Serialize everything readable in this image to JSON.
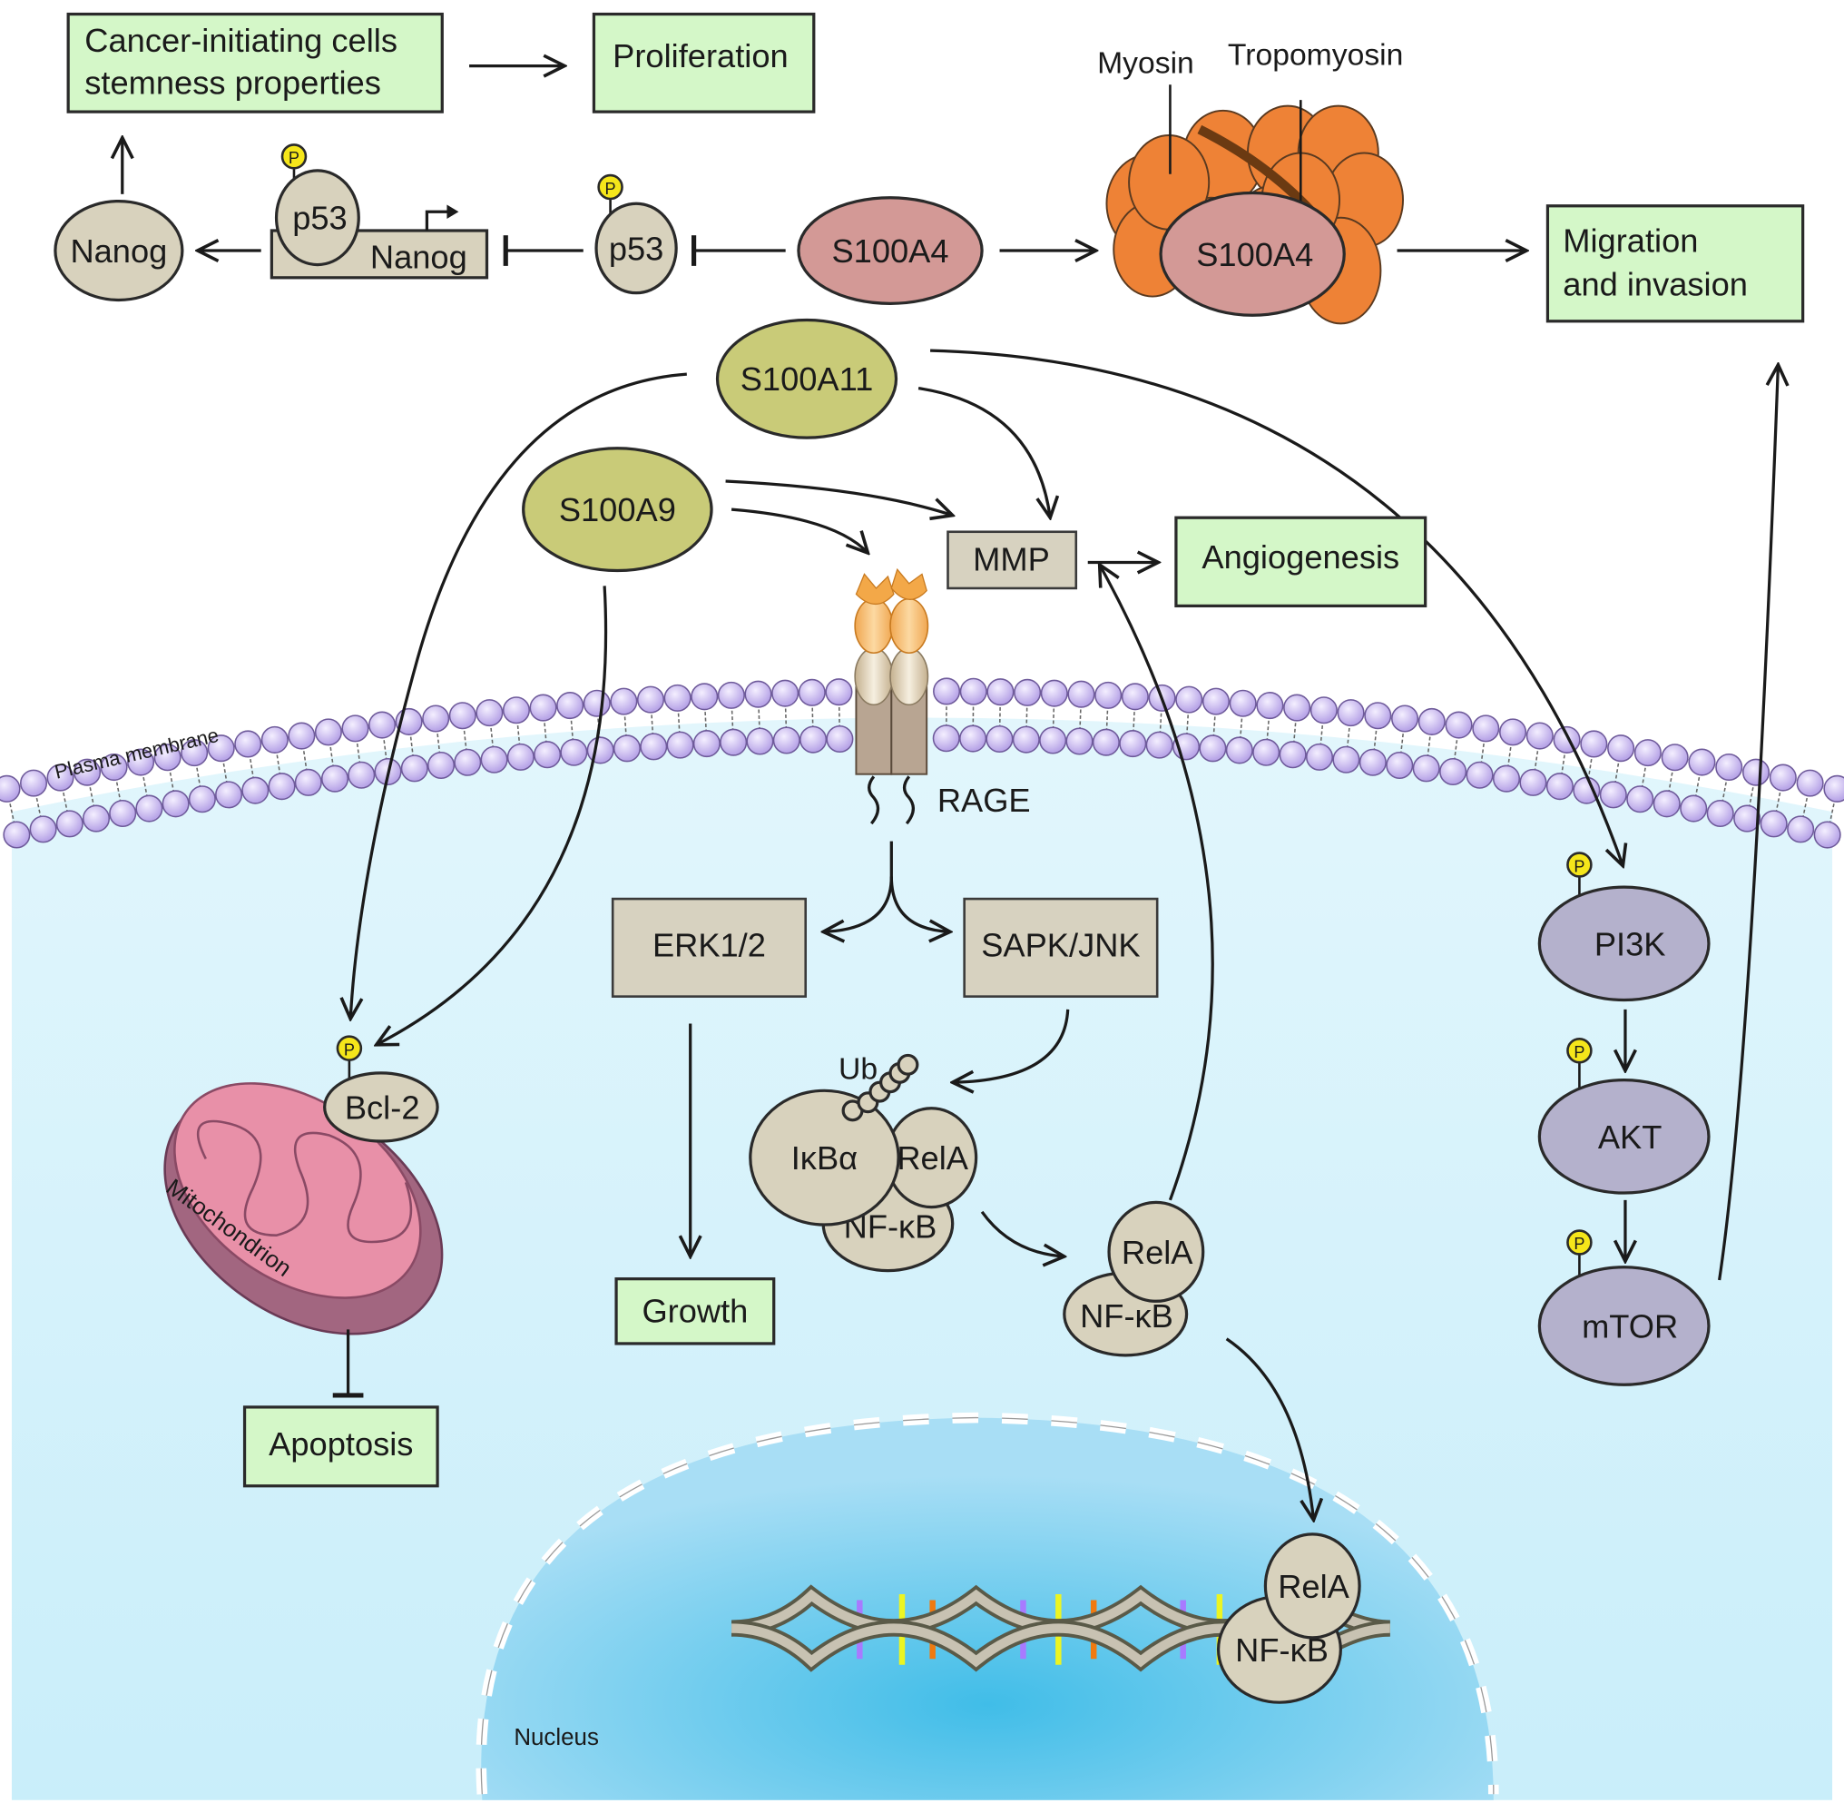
{
  "outcomes": {
    "stemness": [
      "Cancer-initiating cells",
      "stemness properties"
    ],
    "proliferation": "Proliferation",
    "migration": [
      "Migration",
      "and invasion"
    ],
    "angiogenesis": "Angiogenesis",
    "growth": "Growth",
    "apoptosis": "Apoptosis"
  },
  "proteins": {
    "nanog": "Nanog",
    "nanog_gene": "Nanog",
    "p53_bound": "p53",
    "p53": "p53",
    "s100a4": "S100A4",
    "s100a4_bound": "S100A4",
    "myosin": "Myosin",
    "tropomyosin": "Tropomyosin",
    "s100a11": "S100A11",
    "s100a9": "S100A9",
    "mmp": "MMP",
    "rage": "RAGE",
    "erk": "ERK1/2",
    "sapk": "SAPK/JNK",
    "ub": "Ub",
    "ikba": "IκBα",
    "rela": "RelA",
    "nfkb": "NF-κB",
    "bcl2": "Bcl-2",
    "pi3k": "PI3K",
    "akt": "AKT",
    "mtor": "mTOR",
    "phospho": "P"
  },
  "compartments": {
    "plasma_membrane": "Plasma membrane",
    "mitochondrion": "Mitochondrion",
    "nucleus": "Nucleus"
  },
  "colors": {
    "outcome_box": "#d4f7c8",
    "cytoplasm": "#d3f1fa",
    "nucleus": "#4cc0e8",
    "lipid_head": "#c8b8ee",
    "s100a4": "#d39996",
    "s100a9_a11": "#c9cb78",
    "kinase": "#b4b1cc",
    "phospho": "#f5e61a",
    "mitochondrion": "#e990a8",
    "myosin": "#ee8236"
  }
}
